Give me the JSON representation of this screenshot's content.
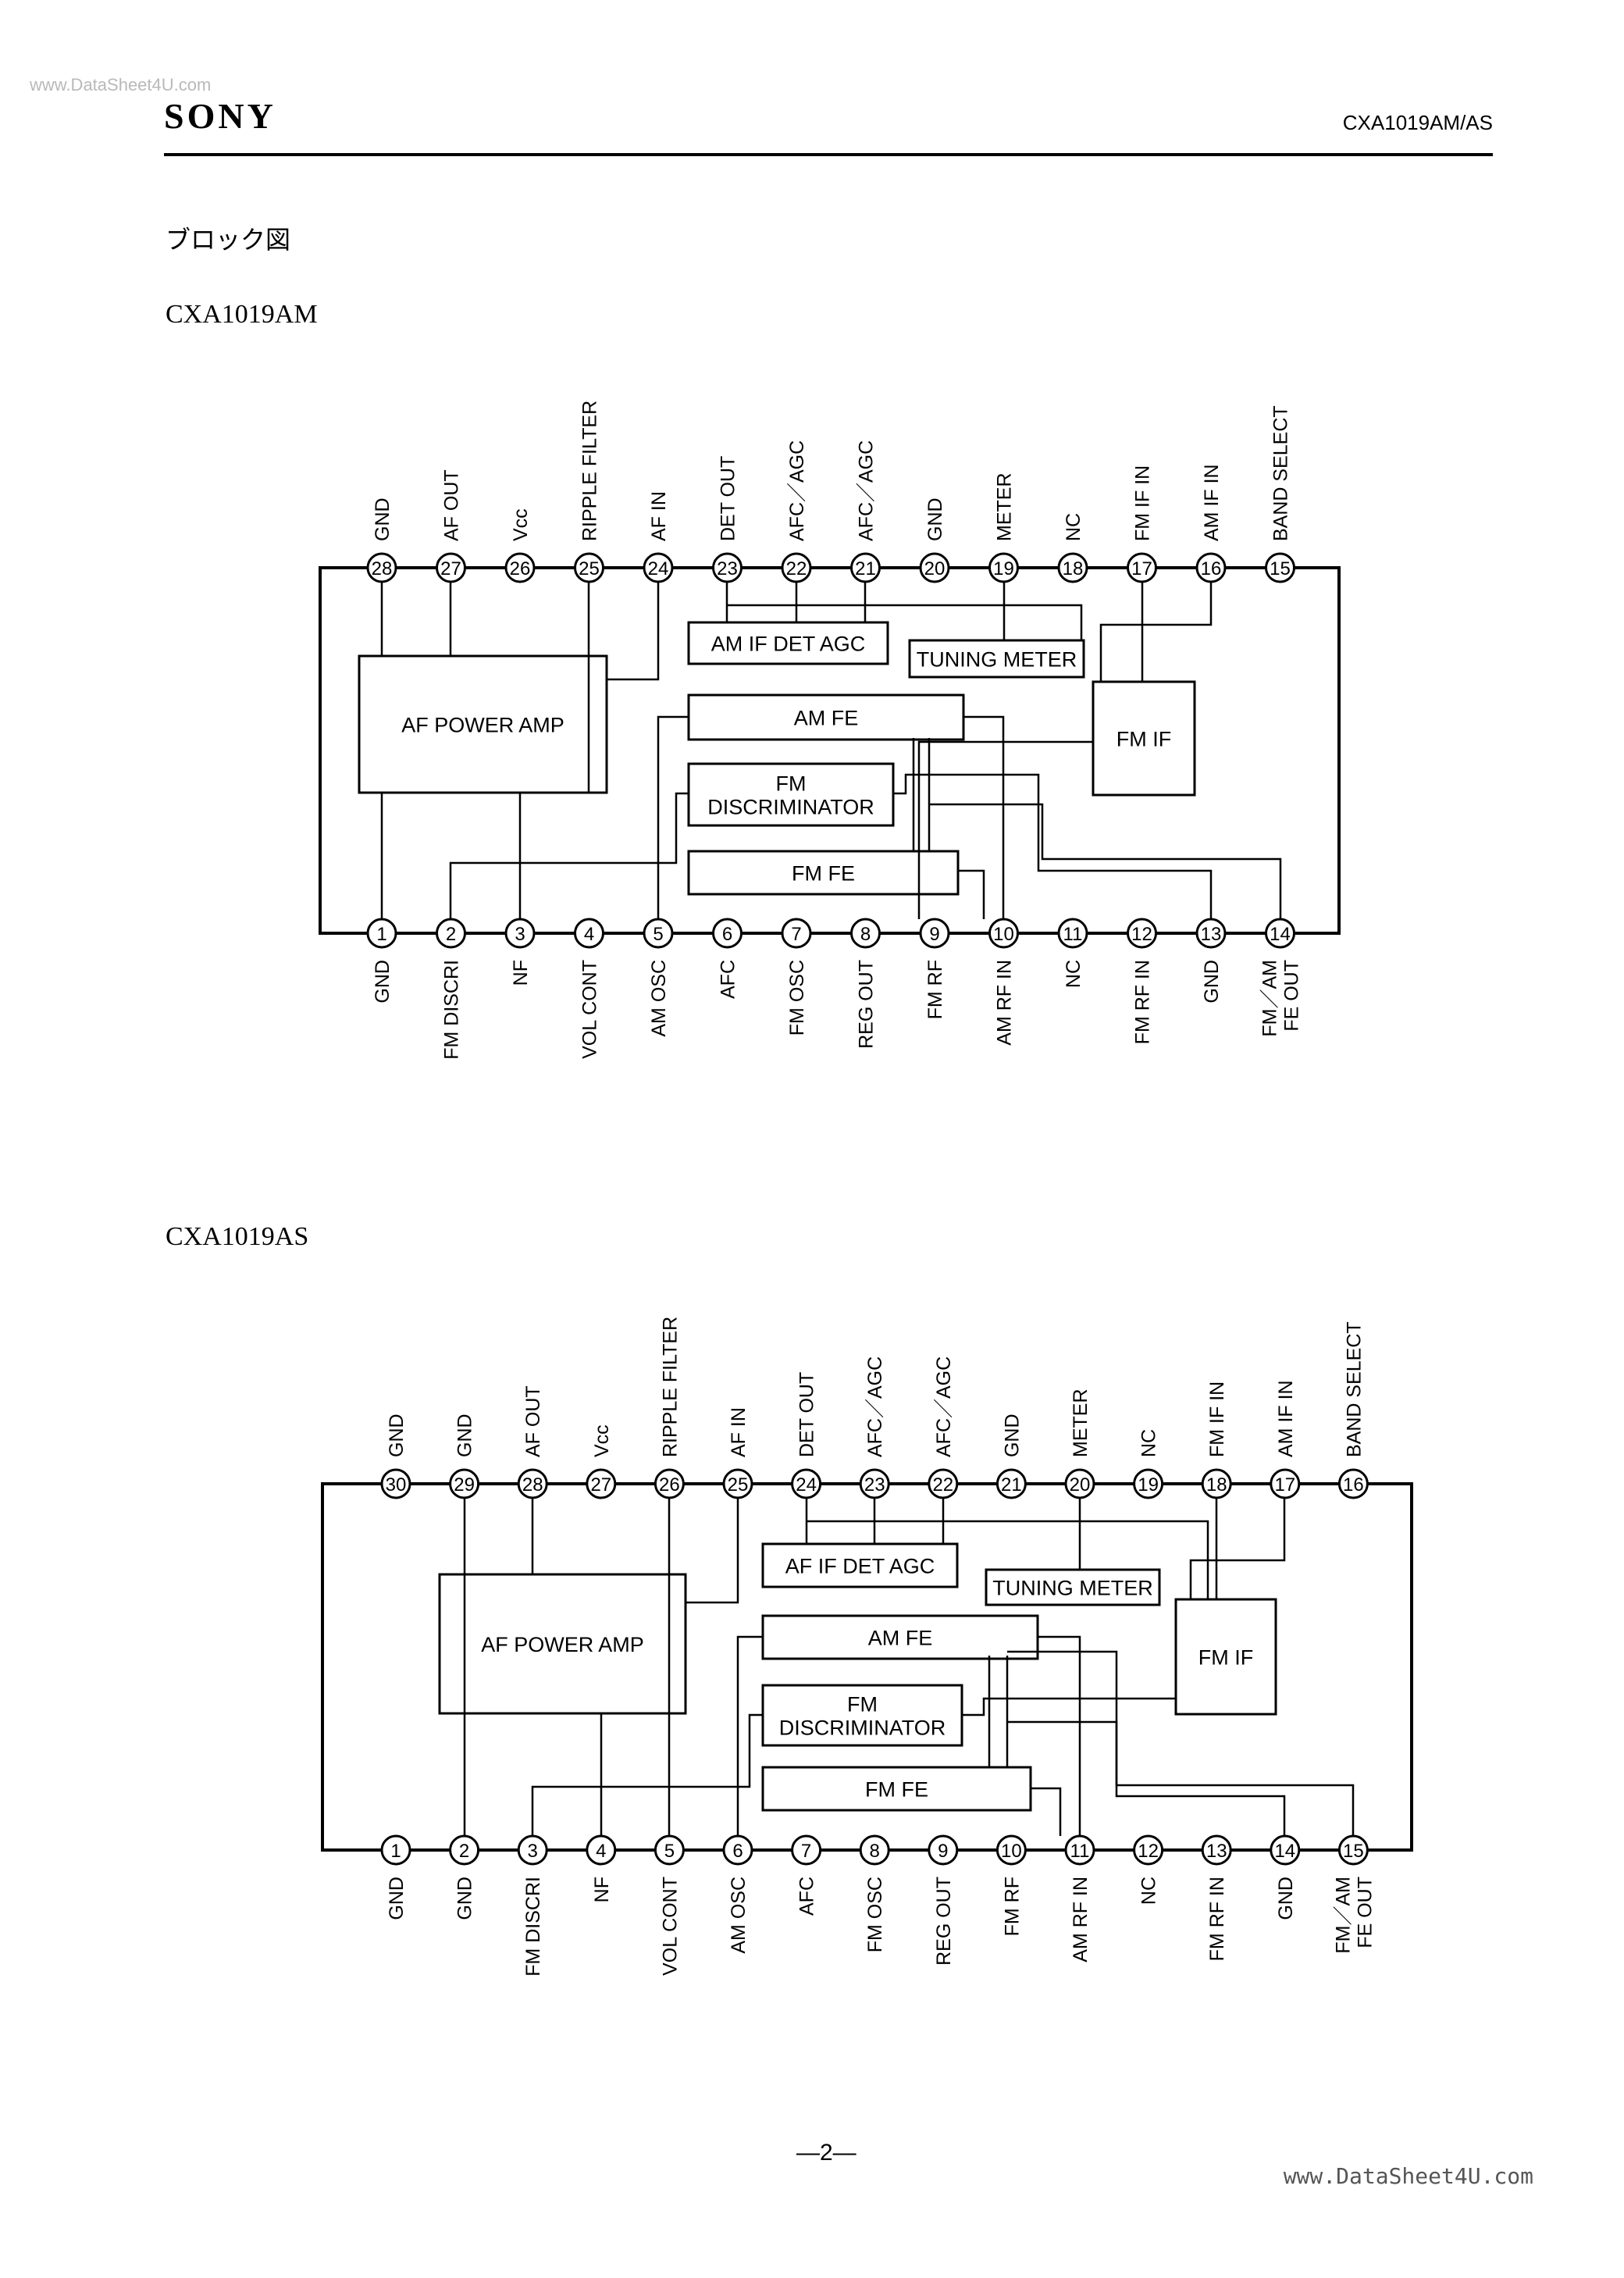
{
  "header": {
    "watermark_top": "www.DataSheet4U.com",
    "brand": "SONY",
    "doc_id": "CXA1019AM/AS"
  },
  "section_title": "ブロック図",
  "diagrams": [
    {
      "model": "CXA1019AM",
      "top_pins": [
        {
          "num": "28",
          "label": "GND"
        },
        {
          "num": "27",
          "label": "AF OUT"
        },
        {
          "num": "26",
          "label": "Vcc"
        },
        {
          "num": "25",
          "label": "RIPPLE FILTER"
        },
        {
          "num": "24",
          "label": "AF IN"
        },
        {
          "num": "23",
          "label": "DET OUT"
        },
        {
          "num": "22",
          "label": "AFC／AGC"
        },
        {
          "num": "21",
          "label": "AFC／AGC"
        },
        {
          "num": "20",
          "label": "GND"
        },
        {
          "num": "19",
          "label": "METER"
        },
        {
          "num": "18",
          "label": "NC"
        },
        {
          "num": "17",
          "label": "FM IF IN"
        },
        {
          "num": "16",
          "label": "AM IF IN"
        },
        {
          "num": "15",
          "label": "BAND SELECT"
        }
      ],
      "bottom_pins": [
        {
          "num": "1",
          "label": "GND"
        },
        {
          "num": "2",
          "label": "FM DISCRI"
        },
        {
          "num": "3",
          "label": "NF"
        },
        {
          "num": "4",
          "label": "VOL CONT"
        },
        {
          "num": "5",
          "label": "AM OSC"
        },
        {
          "num": "6",
          "label": "AFC"
        },
        {
          "num": "7",
          "label": "FM OSC"
        },
        {
          "num": "8",
          "label": "REG OUT"
        },
        {
          "num": "9",
          "label": "FM RF"
        },
        {
          "num": "10",
          "label": "AM RF IN"
        },
        {
          "num": "11",
          "label": "NC"
        },
        {
          "num": "12",
          "label": "FM RF IN"
        },
        {
          "num": "13",
          "label": "GND"
        },
        {
          "num": "14",
          "label": "FM／AM FE OUT"
        }
      ],
      "blocks": {
        "af_power_amp": "AF POWER AMP",
        "am_if_det_agc": "AM IF DET AGC",
        "tuning_meter": "TUNING METER",
        "am_fe": "AM FE",
        "fm_discriminator": "FM DISCRIMINATOR",
        "fm_fe": "FM FE",
        "fm_if": "FM IF"
      }
    },
    {
      "model": "CXA1019AS",
      "top_pins": [
        {
          "num": "30",
          "label": "GND"
        },
        {
          "num": "29",
          "label": "GND"
        },
        {
          "num": "28",
          "label": "AF OUT"
        },
        {
          "num": "27",
          "label": "Vcc"
        },
        {
          "num": "26",
          "label": "RIPPLE FILTER"
        },
        {
          "num": "25",
          "label": "AF IN"
        },
        {
          "num": "24",
          "label": "DET OUT"
        },
        {
          "num": "23",
          "label": "AFC／AGC"
        },
        {
          "num": "22",
          "label": "AFC／AGC"
        },
        {
          "num": "21",
          "label": "GND"
        },
        {
          "num": "20",
          "label": "METER"
        },
        {
          "num": "19",
          "label": "NC"
        },
        {
          "num": "18",
          "label": "FM IF IN"
        },
        {
          "num": "17",
          "label": "AM IF IN"
        },
        {
          "num": "16",
          "label": "BAND SELECT"
        }
      ],
      "bottom_pins": [
        {
          "num": "1",
          "label": "GND"
        },
        {
          "num": "2",
          "label": "GND"
        },
        {
          "num": "3",
          "label": "FM DISCRI"
        },
        {
          "num": "4",
          "label": "NF"
        },
        {
          "num": "5",
          "label": "VOL CONT"
        },
        {
          "num": "6",
          "label": "AM OSC"
        },
        {
          "num": "7",
          "label": "AFC"
        },
        {
          "num": "8",
          "label": "FM OSC"
        },
        {
          "num": "9",
          "label": "REG OUT"
        },
        {
          "num": "10",
          "label": "FM RF"
        },
        {
          "num": "11",
          "label": "AM RF IN"
        },
        {
          "num": "12",
          "label": "NC"
        },
        {
          "num": "13",
          "label": "FM RF IN"
        },
        {
          "num": "14",
          "label": "GND"
        },
        {
          "num": "15",
          "label": "FM／AM FE OUT"
        }
      ],
      "blocks": {
        "af_power_amp": "AF POWER AMP",
        "am_if_det_agc": "AF IF DET AGC",
        "tuning_meter": "TUNING METER",
        "am_fe": "AM FE",
        "fm_discriminator": "FM DISCRIMINATOR",
        "fm_fe": "FM FE",
        "fm_if": "FM IF"
      }
    }
  ],
  "footer": {
    "page_number": "—2—",
    "watermark_bottom": "www.DataSheet4U.com"
  }
}
